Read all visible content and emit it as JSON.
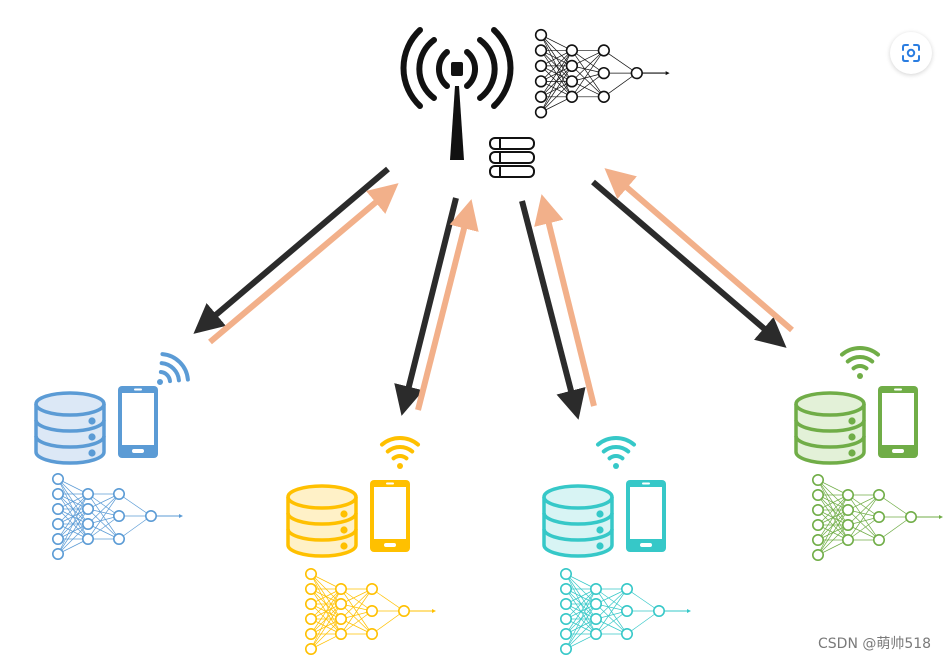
{
  "watermark": "CSDN @萌帅518",
  "icons": {
    "lens_button": "visual-search-icon",
    "tower": "antenna-tower-icon",
    "server": "server-stack-icon",
    "database": "database-icon",
    "phone": "smartphone-icon",
    "wifi": "wifi-icon",
    "network": "neural-network-icon"
  },
  "colors": {
    "server": "#111111",
    "download_arrow": "#2b2b2b",
    "upload_arrow": "#f2b08a",
    "client_blue": "#5b9bd5",
    "client_yellow": "#ffc000",
    "client_cyan": "#36c8c8",
    "client_green": "#70ad47"
  },
  "clients": [
    {
      "id": "blue",
      "color": "#5b9bd5",
      "fill": "#dce8f6"
    },
    {
      "id": "yellow",
      "color": "#ffc000",
      "fill": "#fff1c7"
    },
    {
      "id": "cyan",
      "color": "#36c8c8",
      "fill": "#d8f4f4"
    },
    {
      "id": "green",
      "color": "#70ad47",
      "fill": "#e3f1d8"
    }
  ]
}
